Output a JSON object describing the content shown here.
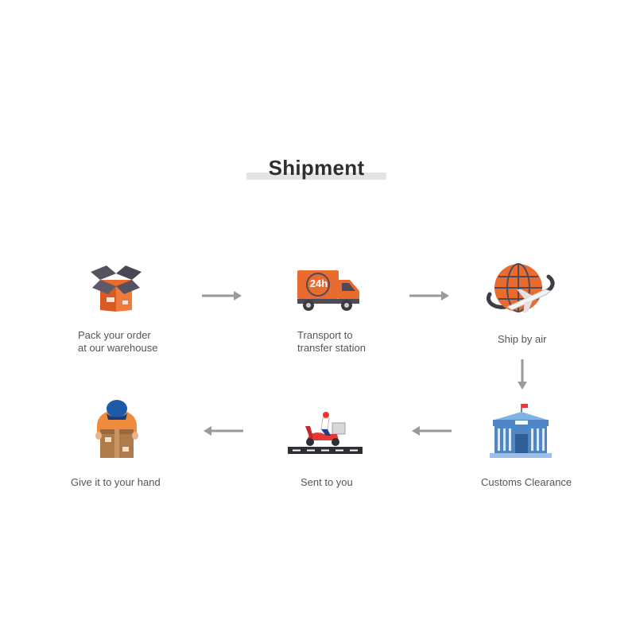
{
  "title": "Shipment",
  "steps": [
    {
      "id": "pack",
      "lines": [
        "Pack your order",
        "at our warehouse"
      ]
    },
    {
      "id": "transport",
      "lines": [
        "Transport to",
        "transfer station"
      ],
      "badge": "24h"
    },
    {
      "id": "air",
      "lines": [
        "Ship by air"
      ]
    },
    {
      "id": "customs",
      "lines": [
        "Customs Clearance"
      ]
    },
    {
      "id": "sent",
      "lines": [
        "Sent to you"
      ]
    },
    {
      "id": "hand",
      "lines": [
        "Give it to your hand"
      ]
    }
  ],
  "colors": {
    "accent": "#ea6b2f",
    "dark": "#4e4b57",
    "arrow": "#9a9a9a",
    "building": "#4f86c6"
  }
}
